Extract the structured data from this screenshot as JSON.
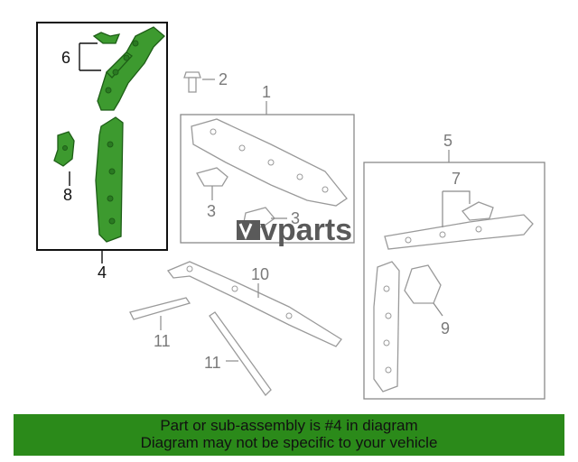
{
  "callouts": {
    "c1": "1",
    "c2": "2",
    "c3a": "3",
    "c3b": "3",
    "c4": "4",
    "c5": "5",
    "c6": "6",
    "c7": "7",
    "c8": "8",
    "c9": "9",
    "c10": "10",
    "c11a": "11",
    "c11b": "11"
  },
  "watermark": "vparts",
  "banner": {
    "line1": "Part or sub-assembly is #4 in diagram",
    "line2": "Diagram may not be specific to your vehicle"
  },
  "colors": {
    "highlight": "#3d9a2f",
    "banner": "#2b8a1a"
  }
}
